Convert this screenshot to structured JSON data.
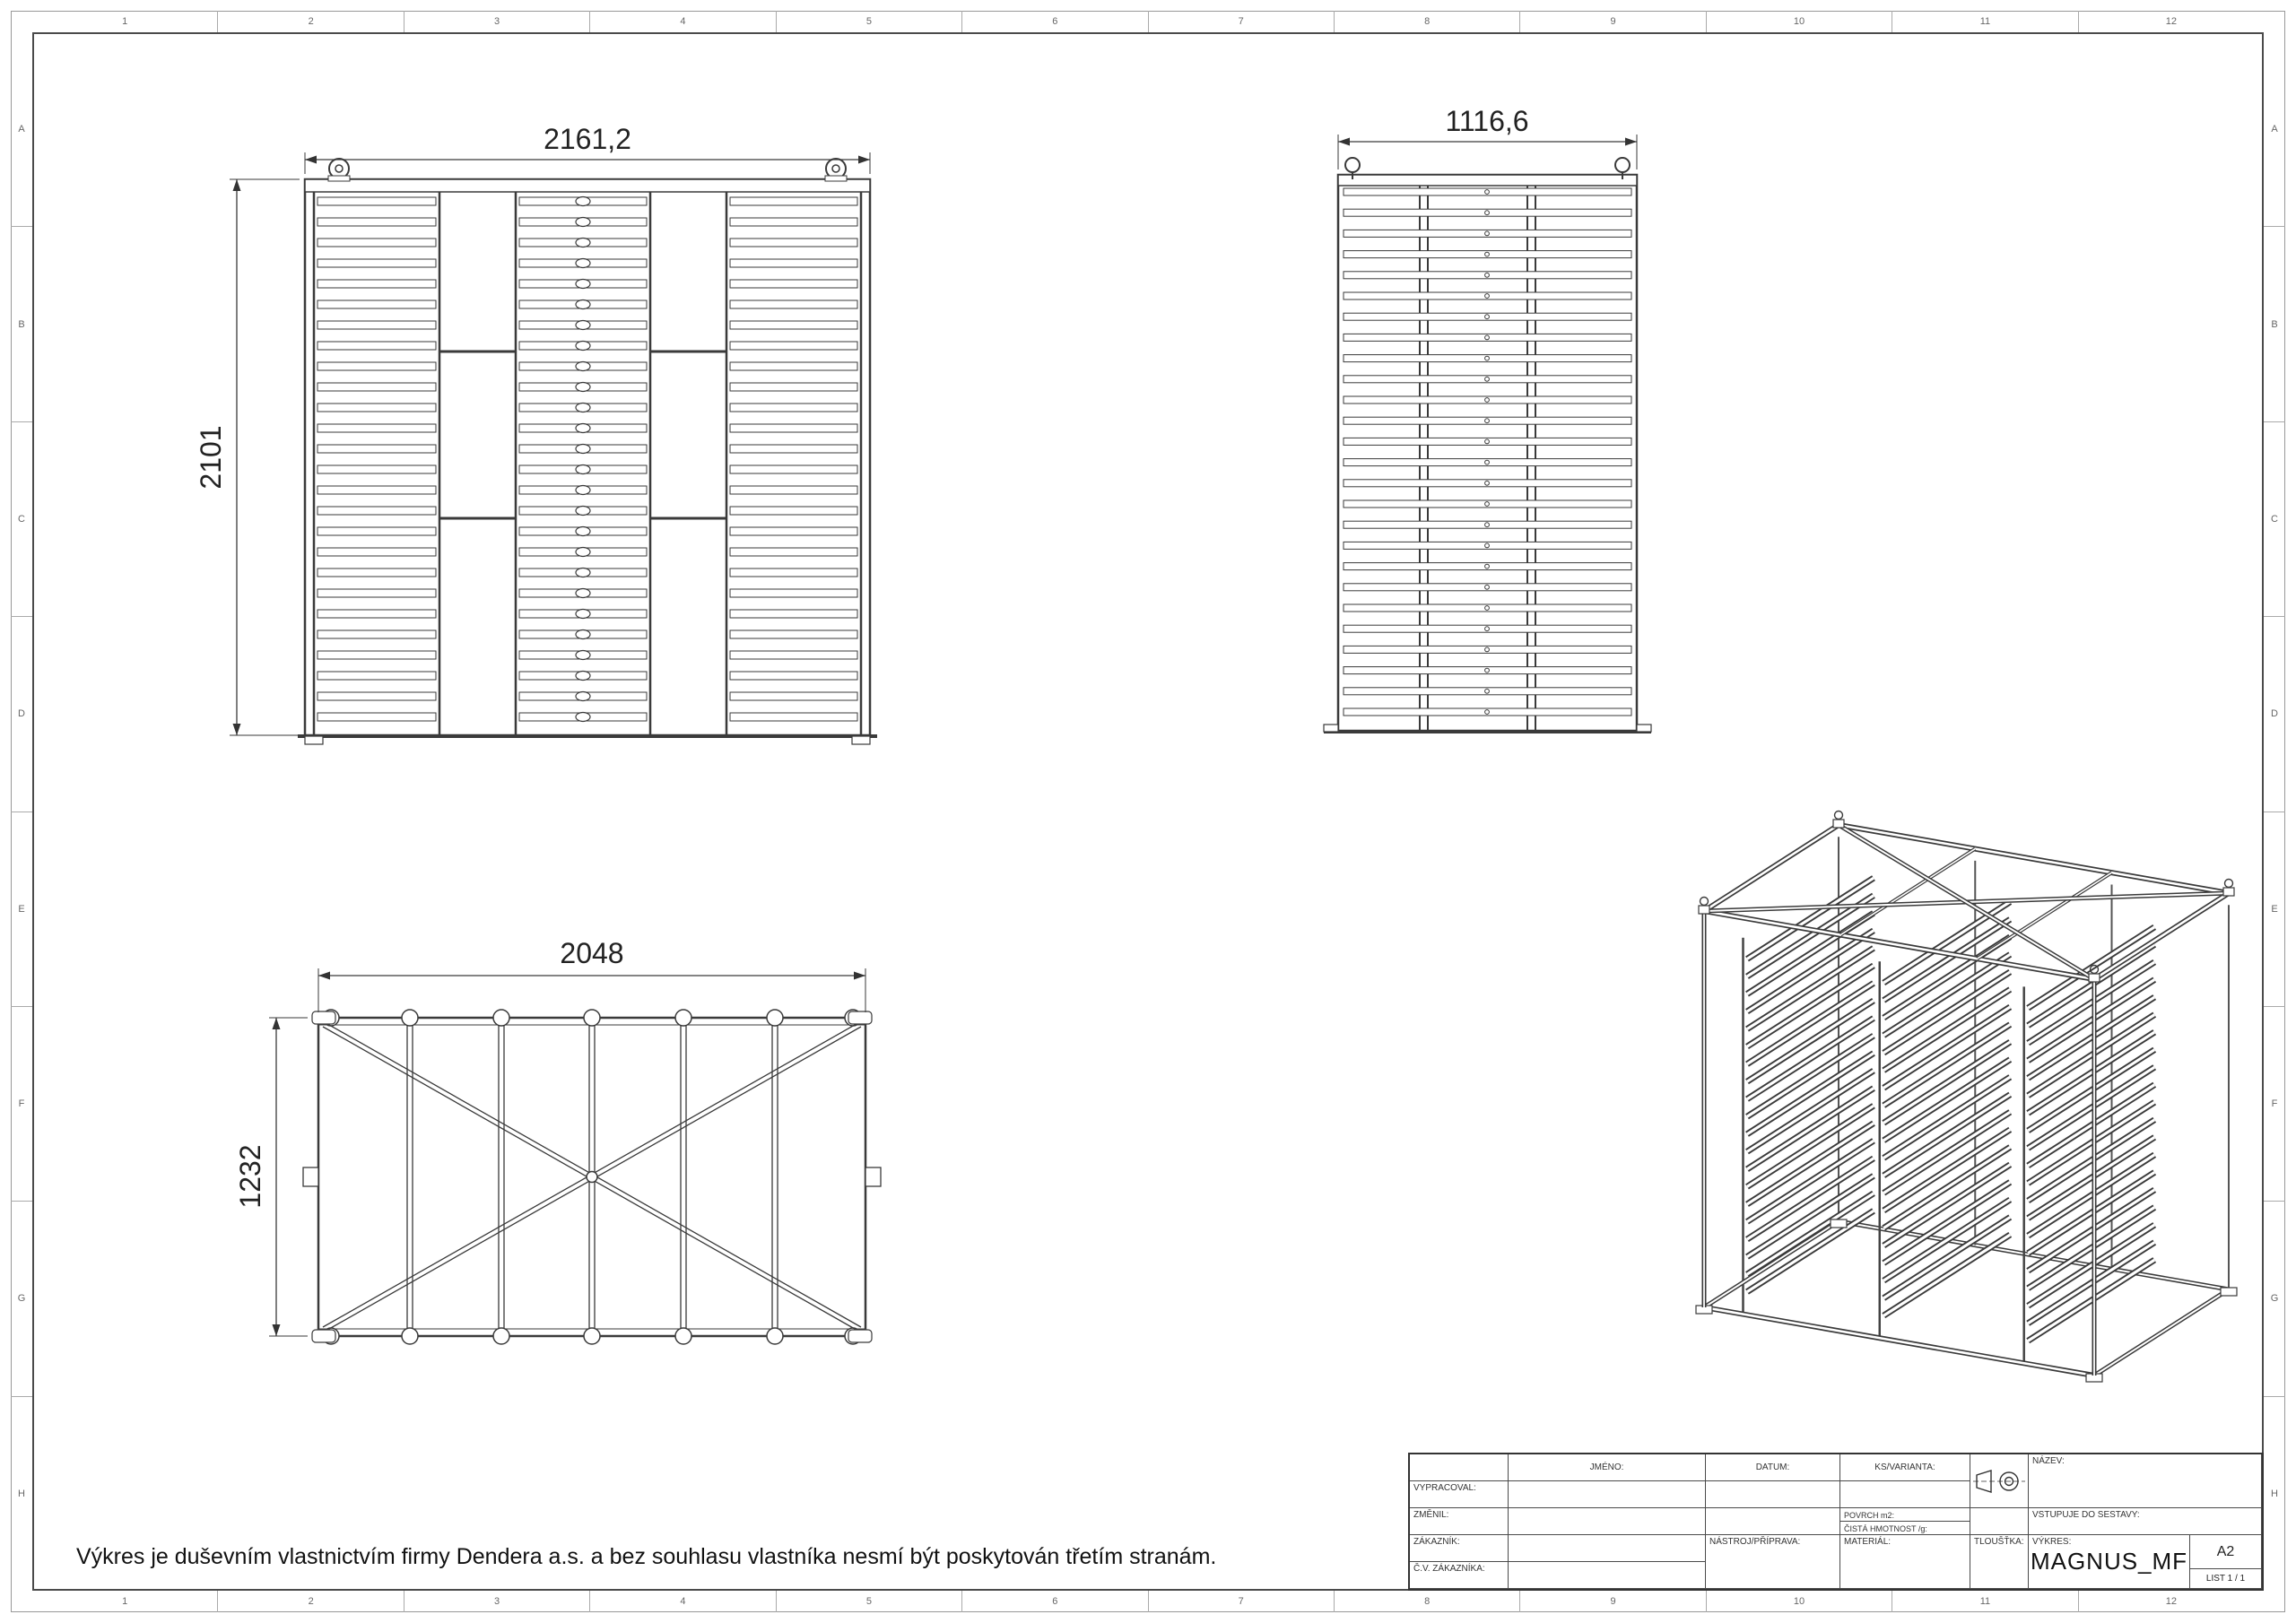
{
  "sheet": {
    "zones_columns": [
      "1",
      "2",
      "3",
      "4",
      "5",
      "6",
      "7",
      "8",
      "9",
      "10",
      "11",
      "12"
    ],
    "zones_rows": [
      "A",
      "B",
      "C",
      "D",
      "E",
      "F",
      "G",
      "H"
    ]
  },
  "views": {
    "front": {
      "width_dim": "2161,2",
      "height_dim": "2101"
    },
    "side": {
      "width_dim": "1116,6"
    },
    "top": {
      "width_dim": "2048",
      "height_dim": "1232"
    }
  },
  "copyright": "Výkres je duševním vlastnictvím firmy Dendera a.s. a bez souhlasu vlastníka nesmí být poskytován třetím stranám.",
  "title_block": {
    "vypracoval": "VYPRACOVAL:",
    "zmenil": "ZMĚNIL:",
    "zakaznik": "ZÁKAZNÍK:",
    "cv_zakaznika": "Č.V. ZÁKAZNÍKA:",
    "jmeno": "JMÉNO:",
    "datum": "DATUM:",
    "ks_varianta": "KS/VARIANTA:",
    "nazev": "NÁZEV:",
    "povrch": "POVRCH m2:",
    "cista_hmotnost": "ČISTÁ HMOTNOST /g:",
    "vstupuje": "VSTUPUJE DO SESTAVY:",
    "nastroj": "NÁSTROJ/PŘÍPRAVA:",
    "material": "MATERIÁL:",
    "tloustka": "TLOUŠŤKA:",
    "vykres": "VÝKRES:",
    "drawing_number": "MAGNUS_MF",
    "format": "A2",
    "list": "LIST 1 / 1"
  }
}
